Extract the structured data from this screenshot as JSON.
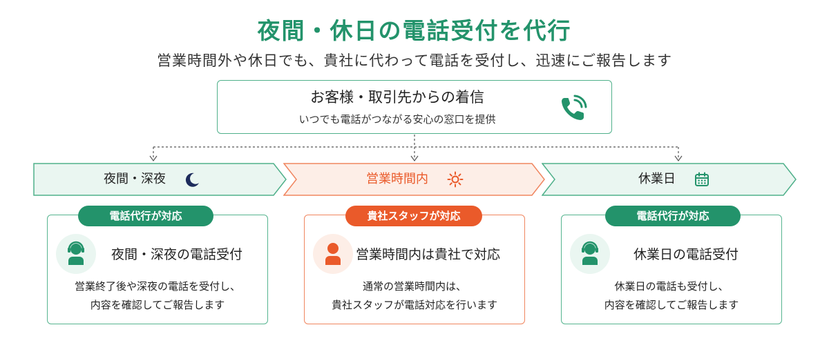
{
  "header": {
    "title": "夜間・休日の電話受付を代行",
    "subtitle": "営業時間外や休日でも、貴社に代わって電話を受付し、迅速にご報告します"
  },
  "source": {
    "title": "お客様・取引先からの着信",
    "subtitle": "いつでも電話がつながる安心の窓口を提供",
    "icon": "phone-call-icon"
  },
  "columns": [
    {
      "banner_label": "夜間・深夜",
      "banner_icon": "moon-icon",
      "badge": "電話代行が対応",
      "heading": "夜間・深夜の電話受付",
      "desc_line1": "営業終了後や深夜の電話を受付し、",
      "desc_line2": "内容を確認してご報告します",
      "avatar": "headset-operator-icon"
    },
    {
      "banner_label": "営業時間内",
      "banner_icon": "sun-icon",
      "badge": "貴社スタッフが対応",
      "heading": "営業時間内は貴社で対応",
      "desc_line1": "通常の営業時間内は、",
      "desc_line2": "貴社スタッフが電話対応を行います",
      "avatar": "staff-person-icon"
    },
    {
      "banner_label": "休業日",
      "banner_icon": "calendar-icon",
      "badge": "電話代行が対応",
      "heading": "休業日の電話受付",
      "desc_line1": "休業日の電話も受付し、",
      "desc_line2": "内容を確認してご報告します",
      "avatar": "headset-operator-icon"
    }
  ],
  "colors": {
    "green": "#23936b",
    "green_light": "#eaf6f1",
    "orange": "#ea5a2a",
    "orange_light": "#fdeee7"
  }
}
